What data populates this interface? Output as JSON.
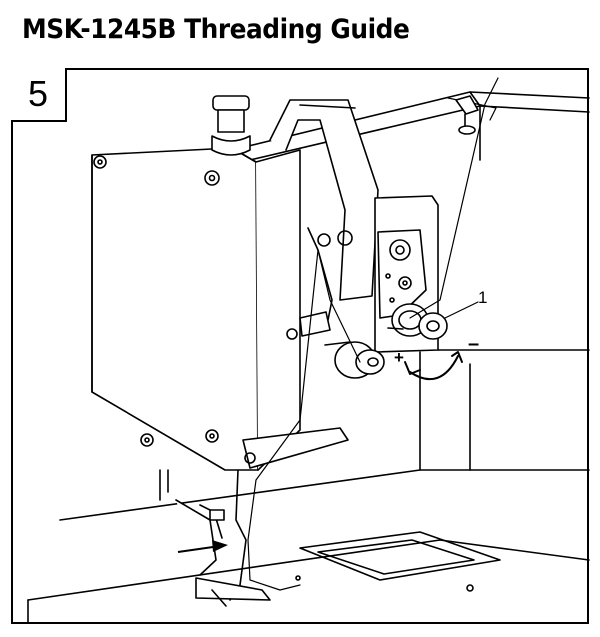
{
  "title": "MSK-1245B Threading Guide",
  "step_number": "5",
  "callouts": {
    "part_number": "1",
    "plus_sign": "+",
    "minus_sign": "–"
  }
}
